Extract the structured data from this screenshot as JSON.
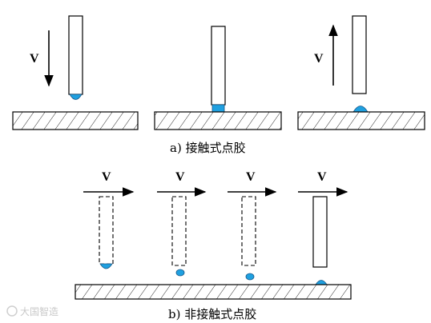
{
  "panel_a": {
    "caption": "a)  接触式点胶",
    "velocity_label": "V",
    "stages": [
      {
        "name": "descending",
        "arrow": "down"
      },
      {
        "name": "contact",
        "arrow": "none"
      },
      {
        "name": "lifting",
        "arrow": "up"
      }
    ]
  },
  "panel_b": {
    "caption": "b)  非接触式点胶",
    "velocity_label": "V",
    "stages": [
      {
        "name": "jet-1"
      },
      {
        "name": "jet-2"
      },
      {
        "name": "jet-3"
      },
      {
        "name": "jet-4"
      }
    ]
  },
  "watermark": "大国智造",
  "colors": {
    "line": "#000000",
    "glue": "#1fa0e0",
    "glue_outline": "#1a5a8a",
    "background": "#ffffff"
  }
}
